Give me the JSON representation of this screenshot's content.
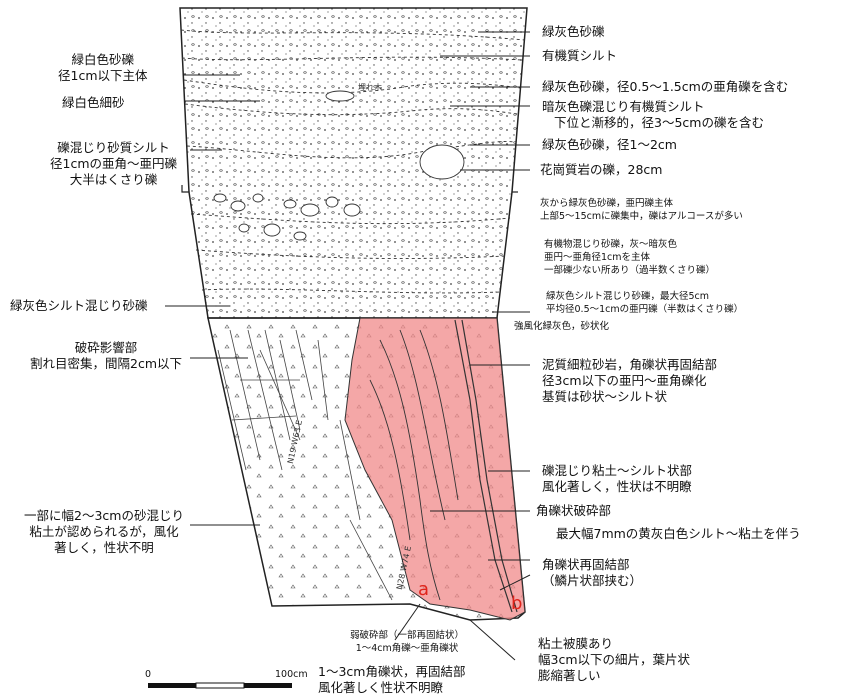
{
  "left_labels": {
    "l1a": "緑白色砂礫",
    "l1b": "径1cm以下主体",
    "l2": "緑白色細砂",
    "l3a": "礫混じり砂質シルト",
    "l3b": "径1cmの亜角～亜円礫",
    "l3c": "大半はくさり礫",
    "l4": "緑灰色シルト混じり砂礫",
    "l5a": "破砕影響部",
    "l5b": "割れ目密集，間隔2cm以下",
    "l6a": "一部に幅2～3cmの砂混じり",
    "l6b": "粘土が認められるが，風化",
    "l6c": "著しく，性状不明"
  },
  "right_labels": {
    "r1": "緑灰色砂礫",
    "r2": "有機質シルト",
    "r3": "緑灰色砂礫，径0.5～1.5cmの亜角礫を含む",
    "r4a": "暗灰色礫混じり有機質シルト",
    "r4b": "下位と漸移的，径3～5cmの礫を含む",
    "r5": "緑灰色砂礫，径1～2cm",
    "r6": "花崗質岩の礫，28cm",
    "r7a": "灰から緑灰色砂礫，亜円礫主体",
    "r7b": "上部5～15cmに礫集中，礫はアルコースが多い",
    "r8a": "有機物混じり砂礫，灰～暗灰色",
    "r8b": "亜円～亜角径1cmを主体",
    "r8c": "一部礫少ない所あり（過半数くさり礫）",
    "r9a": "緑灰色シルト混じり砂礫，最大径5cm",
    "r9b": "平均径0.5～1cmの亜円礫（半数はくさり礫）",
    "r10": "強風化緑灰色，砂状化",
    "r11a": "泥質細粒砂岩，角礫状再固結部",
    "r11b": "径3cm以下の亜円～亜角礫化",
    "r11c": "基質は砂状～シルト状",
    "r12a": "礫混じり粘土～シルト状部",
    "r12b": "風化著しく，性状は不明瞭",
    "r13": "角礫状破砕部",
    "r14": "最大幅7mmの黄灰白色シルト～粘土を伴う",
    "r15a": "角礫状再固結部",
    "r15b": "（鱗片状部挟む）"
  },
  "bottom_labels": {
    "b1a": "弱破砕部（一部再固結状）",
    "b1b": "1～4cm角礫～亜角礫状",
    "b2a": "1～3cm角礫状，再固結部",
    "b2b": "風化著しく性状不明瞭",
    "b3a": "粘土被膜あり",
    "b3b": "幅3cm以下の細片，葉片状",
    "b3c": "膨縮著しい"
  },
  "markers": {
    "a": "a",
    "b": "b"
  },
  "inline_notes": {
    "wood": "埋れ木",
    "strike1": "N19 W63 E",
    "strike2": "N28 W74 E"
  },
  "scale": {
    "zero": "0",
    "max": "100cm"
  },
  "colors": {
    "fault_zone": "#f08a8a",
    "marker": "#e0241b",
    "line": "#222222"
  }
}
